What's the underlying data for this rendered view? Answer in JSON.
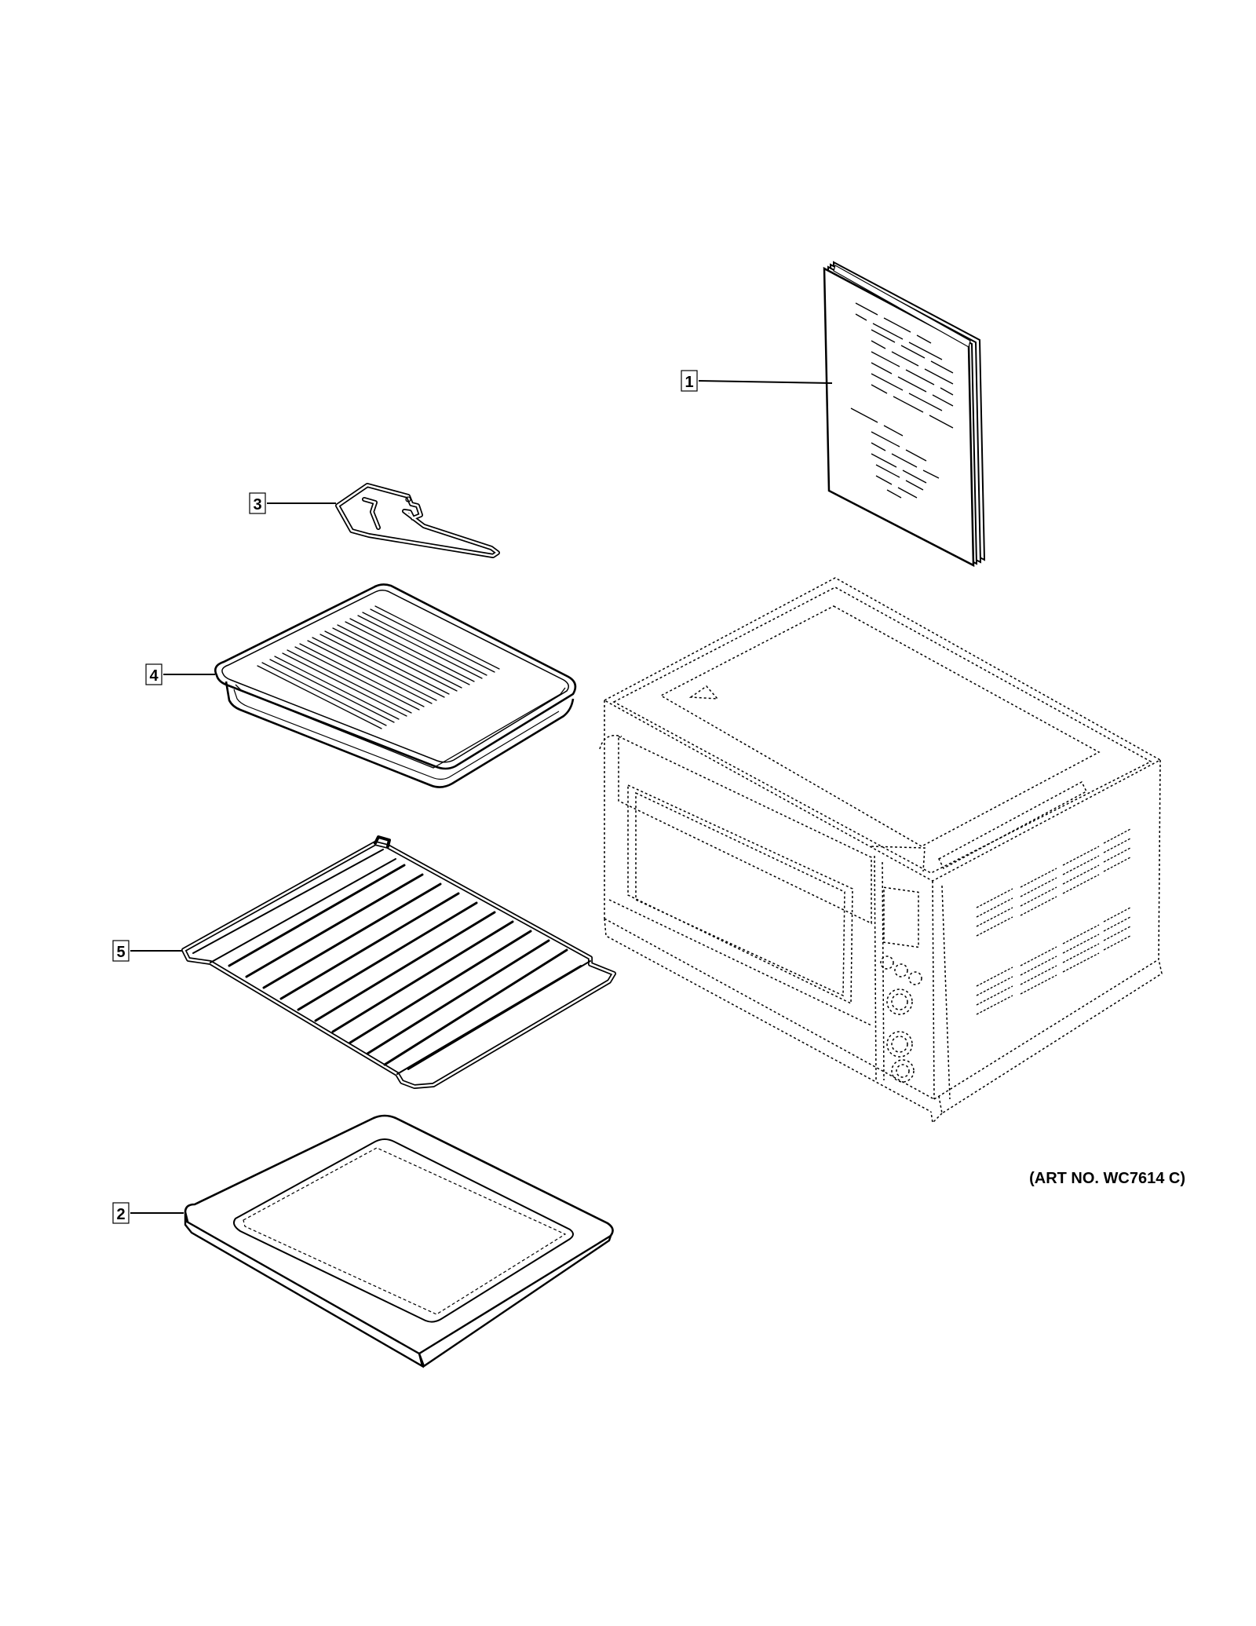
{
  "art_number": "(ART NO. WC7614 C)",
  "callouts": [
    {
      "number": "1",
      "part": "owners-manual"
    },
    {
      "number": "3",
      "part": "rack-hook-tool"
    },
    {
      "number": "4",
      "part": "broil-pan"
    },
    {
      "number": "5",
      "part": "wire-rack"
    },
    {
      "number": "2",
      "part": "crumb-tray"
    }
  ]
}
